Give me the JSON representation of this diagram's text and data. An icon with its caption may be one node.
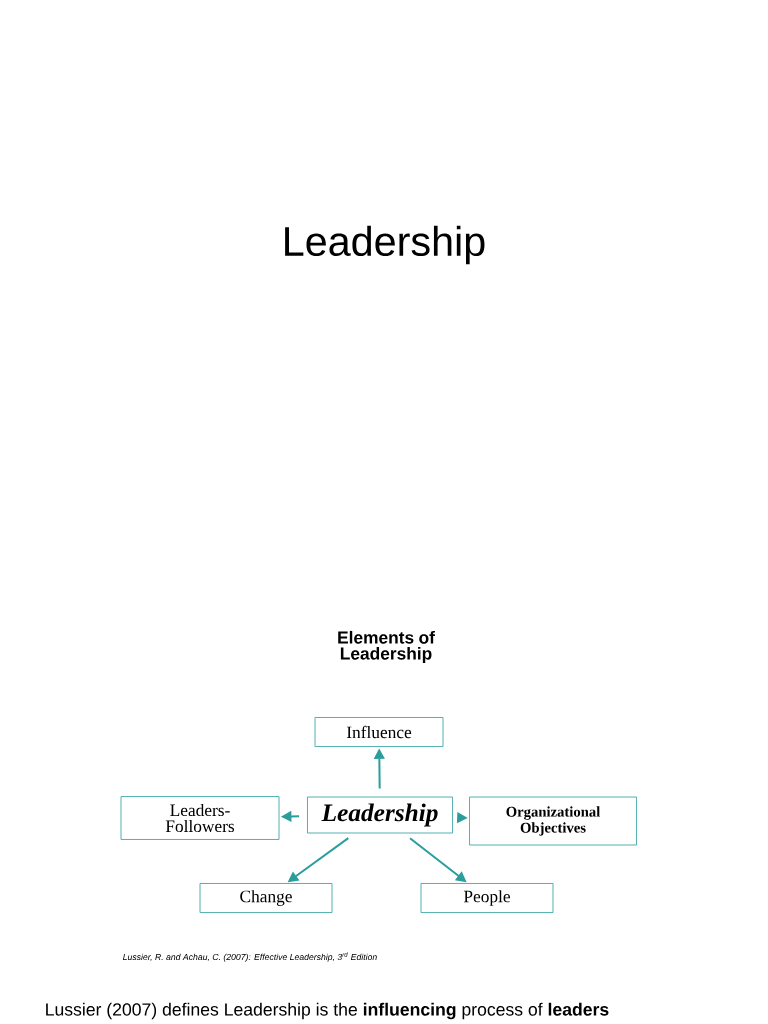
{
  "diagram": {
    "title": "Leadership",
    "nodes": [
      {
        "text": [
          "Influence"
        ]
      },
      {
        "text": [
          "Leaders- Followers"
        ]
      },
      {
        "text": [
          "Leadership"
        ]
      },
      {
        "text": [
          "Organizational Objectives"
        ]
      },
      {
        "text": [
          "Change"
        ]
      },
      {
        "text": [
          "People"
        ]
      }
    ],
    "edges": [
      {
        "from": 2,
        "to": 0,
        "arrow": "to"
      },
      {
        "from": 2,
        "to": 1,
        "arrow": "to"
      },
      {
        "from": 2,
        "to": 3,
        "arrow": "to"
      },
      {
        "from": 2,
        "to": 4,
        "arrow": "to"
      },
      {
        "from": 2,
        "to": 5,
        "arrow": "to"
      }
    ],
    "labels": [
      "Elements of Leadership",
      "Lussier, R. and Achau, C. (2007): Effective Leadership, 3$^{rd}$ Edition",
      "Lussier (2007) defines Leadership is the **influencing** process of **leaders**"
    ]
  }
}
